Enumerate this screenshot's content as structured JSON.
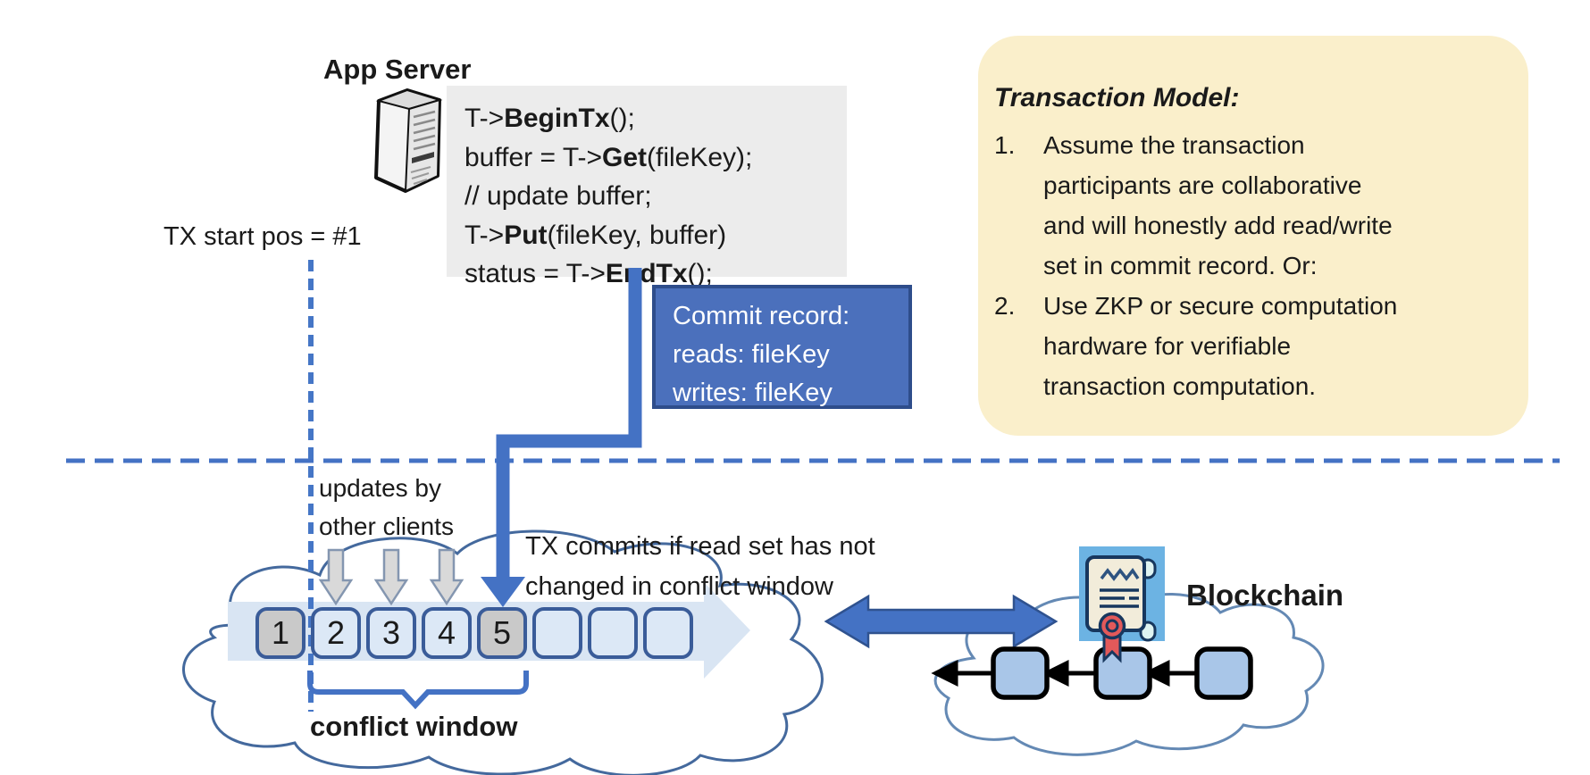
{
  "app_server": {
    "label": "App Server"
  },
  "code_block": {
    "lines": [
      {
        "pre": "T->",
        "bold": "BeginTx",
        "post": "();"
      },
      {
        "pre": "buffer = T->",
        "bold": "Get",
        "post": "(fileKey);"
      },
      {
        "pre": "// update buffer;",
        "bold": "",
        "post": ""
      },
      {
        "pre": "T->",
        "bold": "Put",
        "post": "(fileKey, buffer)"
      },
      {
        "pre": "status = T->",
        "bold": "EndTx",
        "post": "();"
      }
    ]
  },
  "tx_start": {
    "label": "TX start pos = #1"
  },
  "commit_record": {
    "line1": "Commit record:",
    "line2": "reads: fileKey",
    "line3": "writes: fileKey"
  },
  "transaction_model": {
    "title": "Transaction Model:",
    "items": [
      {
        "marker": "1.",
        "text": "Assume the transaction"
      },
      {
        "marker": "",
        "text": "participants are collaborative"
      },
      {
        "marker": "",
        "text": "and will honestly add read/write"
      },
      {
        "marker": "",
        "text": "set in commit record.  Or:"
      },
      {
        "marker": "2.",
        "text": "Use ZKP or secure computation"
      },
      {
        "marker": "",
        "text": "hardware for verifiable"
      },
      {
        "marker": "",
        "text": "transaction computation."
      }
    ]
  },
  "updates_label": {
    "line1": "updates by",
    "line2": "other clients"
  },
  "tx_commits_label": {
    "line1": "TX commits if read set has not",
    "line2": "changed in conflict window"
  },
  "timeline": {
    "blocks": [
      {
        "num": "1"
      },
      {
        "num": "2"
      },
      {
        "num": "3"
      },
      {
        "num": "4"
      },
      {
        "num": "5"
      },
      {
        "num": ""
      },
      {
        "num": ""
      },
      {
        "num": ""
      }
    ],
    "gray_block_numbers": [
      "1",
      "5"
    ]
  },
  "conflict_window": {
    "label": "conflict window"
  },
  "blockchain": {
    "label": "Blockchain",
    "chain_block_count": 3
  },
  "colors": {
    "accent": "#4472C4",
    "commit_fill": "#4B70BC",
    "commit_border": "#2E4D8B",
    "note_fill": "#FAEFCB",
    "code_bg": "#ECECEC",
    "block_gray": "#C9C9C9",
    "block_blue": "#DCE8F6",
    "block_border": "#3A5C99",
    "band_fill": "#D9E5F3",
    "chain_block_fill": "#A9C6E8",
    "cloud_left_stroke": "#44699D",
    "cloud_right_stroke": "#6489B4",
    "cert_bg": "#6CB3E3",
    "cert_paper": "#F2ECDA",
    "cert_navy": "#17375E",
    "cert_red": "#E2595A",
    "gray_arrow_fill": "#D9D9D9"
  }
}
